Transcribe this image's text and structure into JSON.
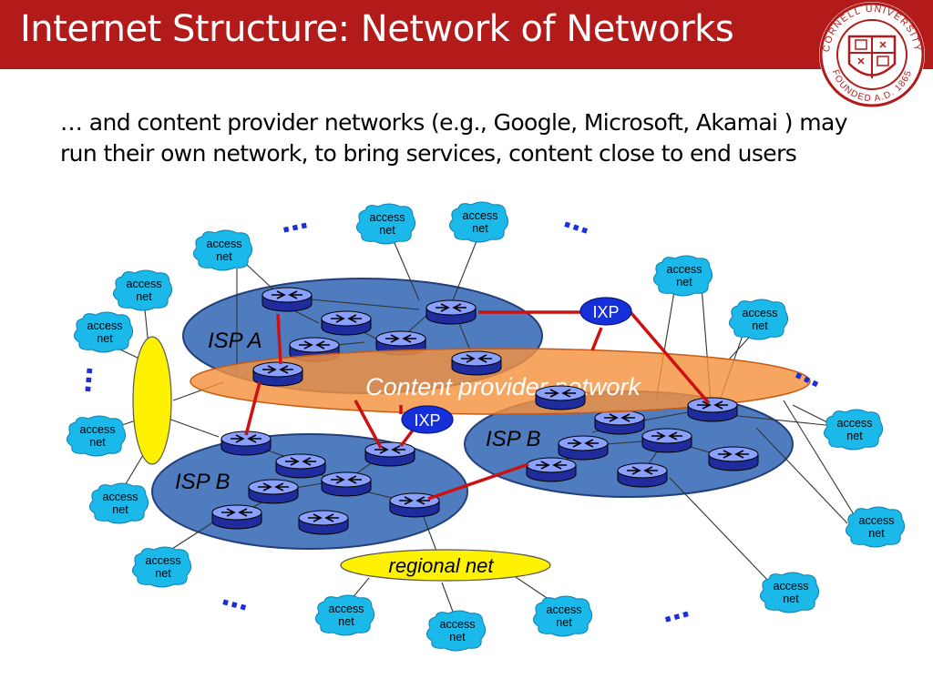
{
  "slide": {
    "title": "Internet Structure: Network of Networks",
    "body": "… and content provider networks  (e.g., Google, Microsoft, Akamai ) may run their own network, to bring services, content close to end users"
  },
  "logo": {
    "name": "Cornell University seal",
    "ring_text_top": "CORNELL UNIVERSITY",
    "ring_text_bottom": "FOUNDED A.D. 1865"
  },
  "diagram": {
    "isp_a_label": "ISP A",
    "isp_b_left_label": "ISP B",
    "isp_b_right_label": "ISP B",
    "content_provider_label": "Content provider network",
    "ixp_top_label": "IXP",
    "ixp_mid_label": "IXP",
    "regional_net_label": "regional net",
    "ellipsis": "…",
    "access_net": [
      "access",
      "net"
    ]
  },
  "colors": {
    "title_bar": "#b31b1b",
    "isp_fill": "#4f7bbf",
    "content_provider_fill": "#f5923e",
    "link_red": "#cc1111",
    "ixp_fill": "#1530d8",
    "regional_fill": "#fff200",
    "access_fill": "#1bb8ea",
    "ellipsis_color": "#1a2fd6"
  }
}
